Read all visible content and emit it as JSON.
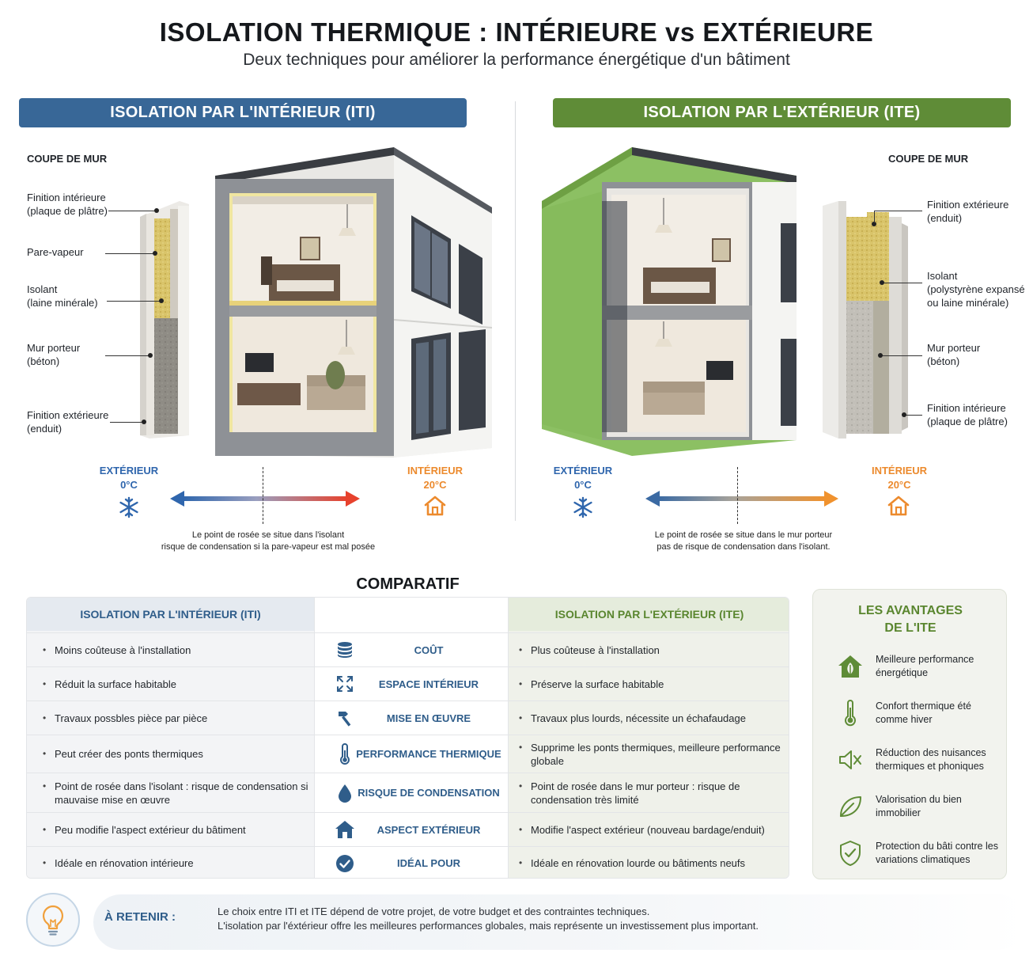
{
  "header": {
    "title": "ISOLATION THERMIQUE : INTÉRIEURE vs EXTÉRIEURE",
    "subtitle": "Deux techniques pour améliorer la performance énergétique d'un bâtiment"
  },
  "iti": {
    "banner": "ISOLATION PAR L'INTÉRIEUR (ITI)",
    "section_label": "COUPE DE MUR",
    "layers": [
      {
        "label_line1": "Finition intérieure",
        "label_line2": "(plaque de plâtre)"
      },
      {
        "label_line1": "Pare-vapeur",
        "label_line2": ""
      },
      {
        "label_line1": "Isolant",
        "label_line2": "(laine minérale)"
      },
      {
        "label_line1": "Mur porteur",
        "label_line2": "(béton)"
      },
      {
        "label_line1": "Finition extérieure",
        "label_line2": "(enduit)"
      }
    ],
    "exterior_label": "EXTÉRIEUR",
    "exterior_temp": "0°C",
    "interior_label": "INTÉRIEUR",
    "interior_temp": "20°C",
    "dew_note_line1": "Le point de rosée se situe dans l'isolant",
    "dew_note_line2": "risque de condensation si la pare-vapeur est mal posée"
  },
  "ite": {
    "banner": "ISOLATION PAR L'EXTÉRIEUR (ITE)",
    "section_label": "COUPE DE MUR",
    "layers": [
      {
        "label_line1": "Finition extérieure",
        "label_line2": "(enduit)",
        "label_line3": ""
      },
      {
        "label_line1": "Isolant",
        "label_line2": "(polystyrène expansé",
        "label_line3": "ou laine minérale)"
      },
      {
        "label_line1": "Mur porteur",
        "label_line2": "(béton)",
        "label_line3": ""
      },
      {
        "label_line1": "Finition intérieure",
        "label_line2": "(plaque de plâtre)",
        "label_line3": ""
      }
    ],
    "exterior_label": "EXTÉRIEUR",
    "exterior_temp": "0°C",
    "interior_label": "INTÉRIEUR",
    "interior_temp": "20°C",
    "dew_note_line1": "Le point de rosée se situe dans le mur porteur",
    "dew_note_line2": "pas de risque de condensation dans l'isolant."
  },
  "comparatif": {
    "title": "COMPARATIF",
    "header_iti": "ISOLATION PAR L'INTÉRIEUR (ITI)",
    "header_ite": "ISOLATION PAR L'EXTÉRIEUR (ITE)",
    "rows": [
      {
        "iti": "Moins coûteuse à l'installation",
        "criterion": "COÛT",
        "icon": "coins-stack-icon",
        "ite": "Plus coûteuse à l'installation"
      },
      {
        "iti": "Réduit la surface habitable",
        "criterion": "ESPACE INTÉRIEUR",
        "icon": "expand-arrows-icon",
        "ite": "Préserve la surface habitable"
      },
      {
        "iti": "Travaux possbles pièce par pièce",
        "criterion": "MISE EN ŒUVRE",
        "icon": "hammer-icon",
        "ite": "Travaux plus lourds, nécessite un échafaudage"
      },
      {
        "iti": "Peut créer des ponts thermiques",
        "criterion": "PERFORMANCE THERMIQUE",
        "icon": "thermometer-icon",
        "ite": "Supprime les ponts thermiques, meilleure performance globale"
      },
      {
        "iti": "Point de rosée dans l'isolant : risque de condensation si mauvaise mise en œuvre",
        "criterion": "RISQUE DE CONDENSATION",
        "icon": "water-drop-icon",
        "ite": "Point de rosée dans le mur porteur : risque de condensation très limité"
      },
      {
        "iti": "Peu modifie l'aspect extérieur du bâtiment",
        "criterion": "ASPECT EXTÉRIEUR",
        "icon": "house-icon",
        "ite": "Modifie l'aspect extérieur (nouveau bardage/enduit)"
      },
      {
        "iti": "Idéale en rénovation intérieure",
        "criterion": "IDÉAL POUR",
        "icon": "check-circle-icon",
        "ite": "Idéale en rénovation lourde ou bâtiments neufs"
      }
    ]
  },
  "avantages": {
    "title_line1": "LES AVANTAGES",
    "title_line2": "DE L'ITE",
    "items": [
      {
        "text": "Meilleure performance énergétique",
        "icon": "eco-house-icon"
      },
      {
        "text": "Confort thermique été comme hiver",
        "icon": "thermometer-icon"
      },
      {
        "text": "Réduction des nuisances thermiques et phoniques",
        "icon": "speaker-mute-icon"
      },
      {
        "text": "Valorisation du bien immobilier",
        "icon": "leaf-icon"
      },
      {
        "text": "Protection du bâti contre les variations climatiques",
        "icon": "shield-check-icon"
      }
    ]
  },
  "retenir": {
    "label": "À RETENIR :",
    "line1": "Le choix entre ITI et ITE dépend de votre projet, de votre budget et des contraintes techniques.",
    "line2": "L'isolation par l'éxtérieur offre les meilleures performances globales, mais représente un investissement plus important."
  },
  "colors": {
    "iti_blue": "#386797",
    "ite_green": "#5f8c37",
    "cold_blue": "#2f66ad",
    "warm_orange": "#ec8a2d",
    "insulation_yellow": "#d9c46a"
  }
}
